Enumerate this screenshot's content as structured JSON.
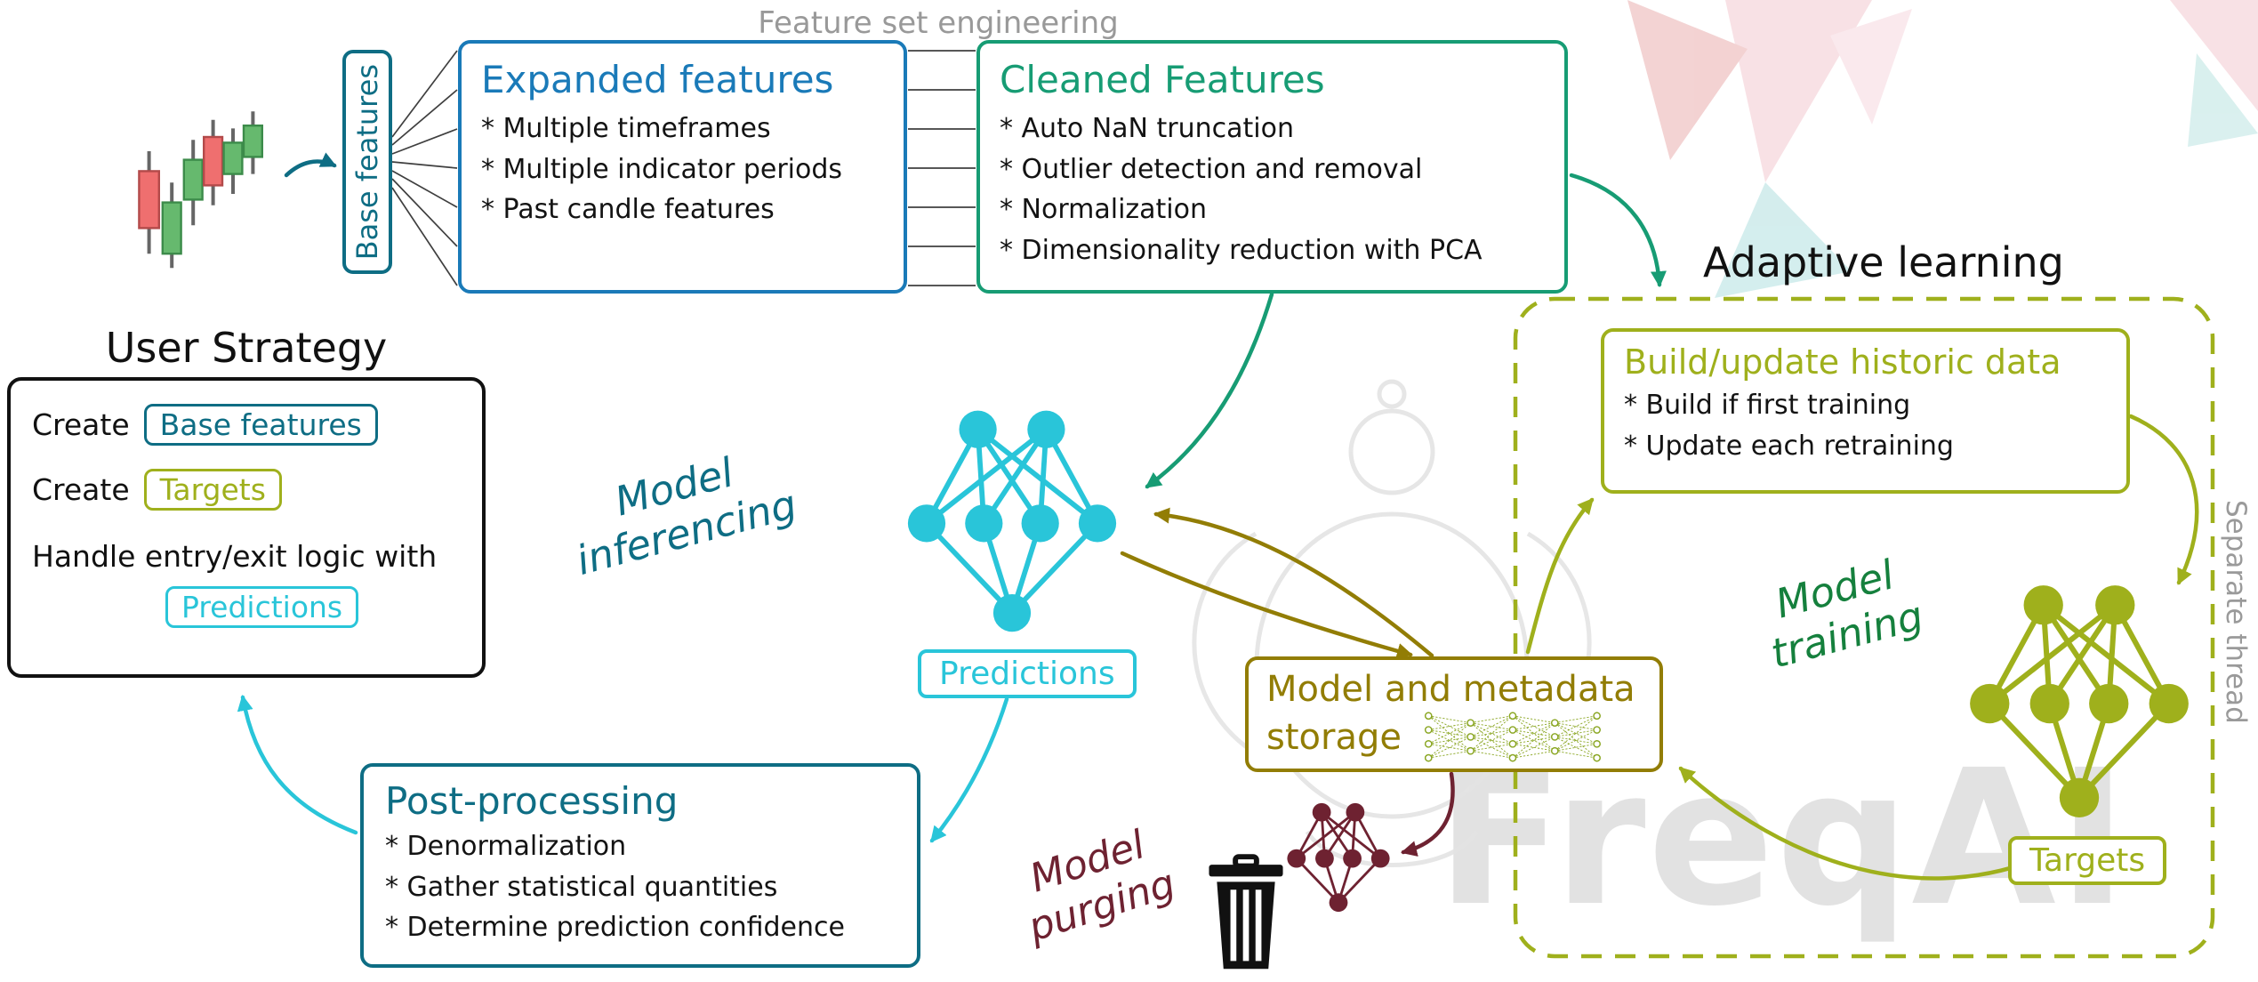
{
  "palette": {
    "dark_teal": "#0e6d84",
    "blue": "#1a7ab8",
    "green": "#179c74",
    "dark_green": "#15803d",
    "cyan": "#29c5d9",
    "olive": "#9fb01c",
    "dark_yellow": "#927d05",
    "dark_red": "#6e2231",
    "gray": "#999999",
    "candle_red": "#ef6f6f",
    "candle_green": "#66b96e"
  },
  "pipeline": {
    "feature_set_engineering": "Feature set engineering",
    "base_features": "Base features",
    "expanded": {
      "title": "Expanded features",
      "items": [
        "* Multiple timeframes",
        "* Multiple indicator periods",
        "* Past candle features"
      ]
    },
    "cleaned": {
      "title": "Cleaned Features",
      "items": [
        "* Auto NaN truncation",
        "* Outlier detection and removal",
        "* Normalization",
        "* Dimensionality reduction with PCA"
      ]
    }
  },
  "user_strategy": {
    "title": "User Strategy",
    "create_label_1": "Create",
    "base_features_chip": "Base features",
    "create_label_2": "Create",
    "targets_chip": "Targets",
    "handle_line": "Handle entry/exit logic with",
    "predictions_chip": "Predictions"
  },
  "inference": {
    "model_inferencing": "Model inferencing",
    "predictions_label": "Predictions",
    "post_processing": {
      "title": "Post-processing",
      "items": [
        "* Denormalization",
        "* Gather statistical quantities",
        "* Determine prediction confidence"
      ]
    }
  },
  "adaptive": {
    "title": "Adaptive learning",
    "build_update": {
      "title": "Build/update historic data",
      "items": [
        "* Build if first training",
        "* Update each retraining"
      ]
    },
    "model_training": "Model training",
    "targets_label": "Targets",
    "separate_thread": "Separate thread"
  },
  "storage": {
    "line1": "Model and metadata",
    "line2": "storage"
  },
  "purging": {
    "model_purging": "Model purging"
  },
  "watermark": "FreqAI"
}
